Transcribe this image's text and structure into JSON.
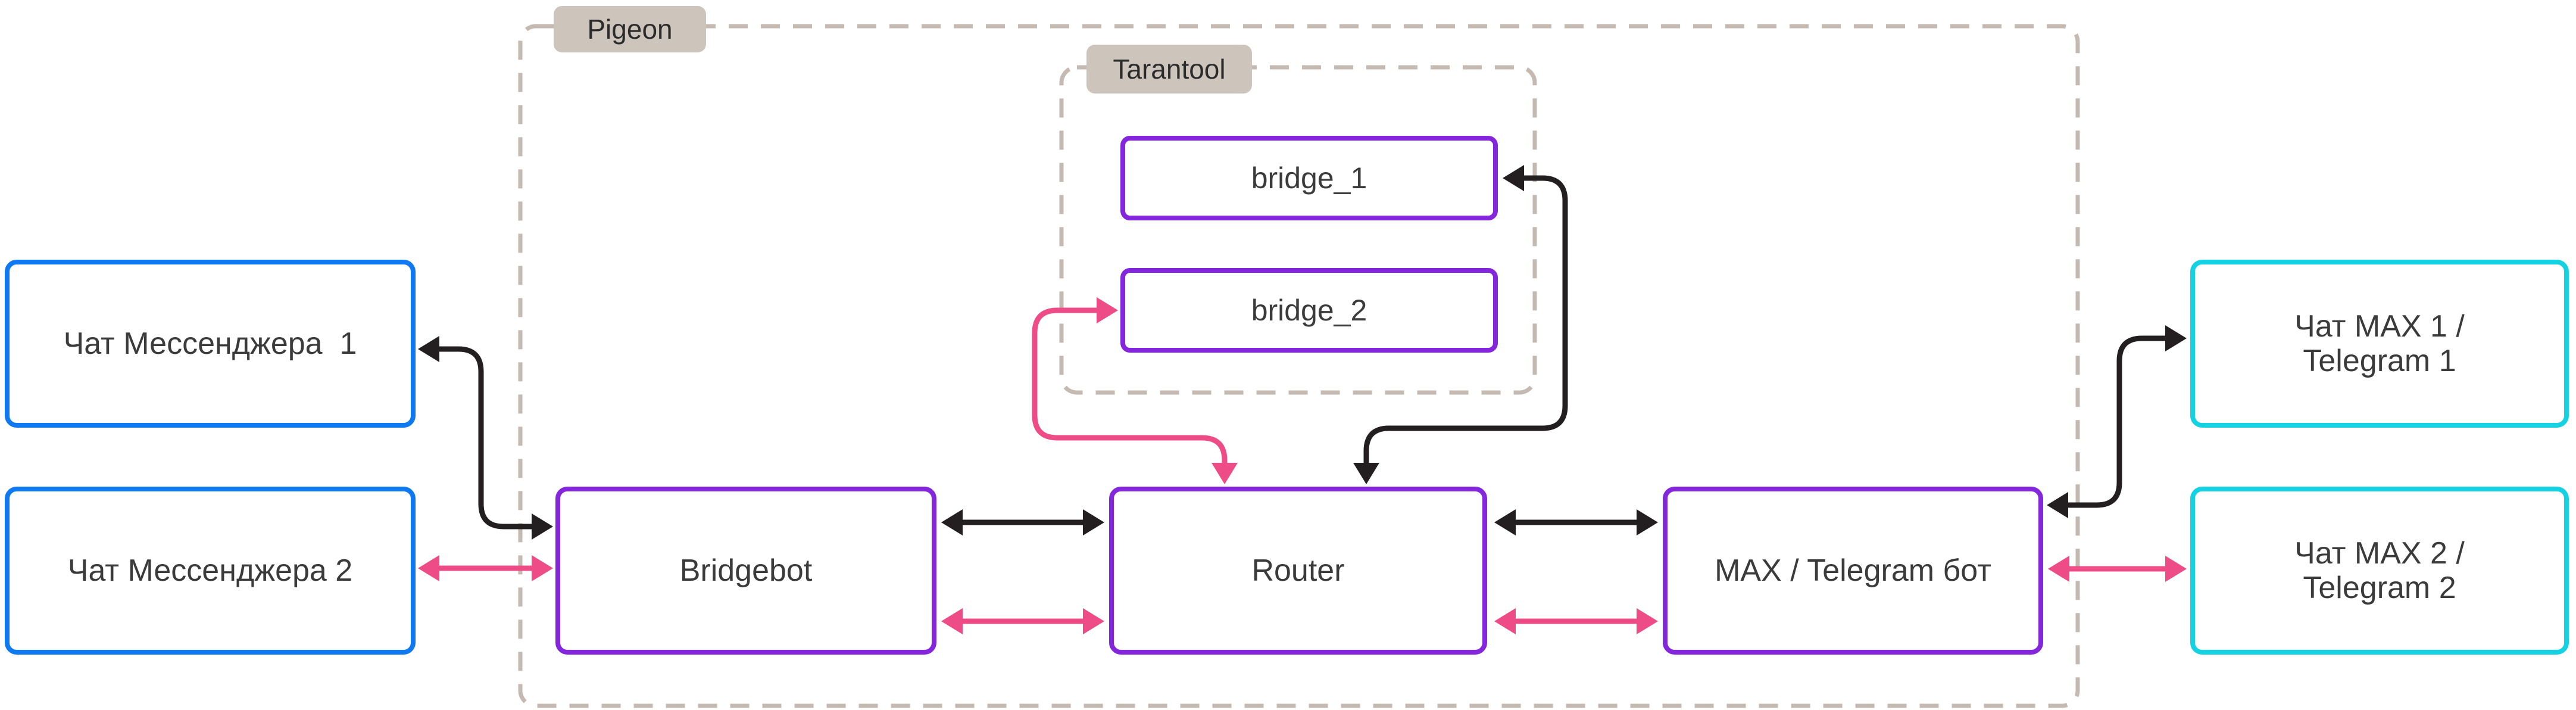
{
  "diagram": {
    "containers": {
      "pigeon": {
        "label": "Pigeon"
      },
      "tarantool": {
        "label": "Tarantool"
      }
    },
    "nodes": {
      "chat_messenger_1": {
        "label": "Чат Мессенджера  1"
      },
      "chat_messenger_2": {
        "label": "Чат Мессенджера 2"
      },
      "bridgebot": {
        "label": "Bridgebot"
      },
      "router": {
        "label": "Router"
      },
      "bridge_1": {
        "label": "bridge_1"
      },
      "bridge_2": {
        "label": "bridge_2"
      },
      "max_telegram_bot": {
        "label": "MAX / Telegram бот"
      },
      "chat_max_1": {
        "label_line1": "Чат MAX 1 /",
        "label_line2": "Telegram 1"
      },
      "chat_max_2": {
        "label_line1": "Чат MAX 2 /",
        "label_line2": "Telegram 2"
      }
    },
    "colors": {
      "blue": "#0F79F2",
      "cyan": "#15D2E2",
      "purple": "#8426DB",
      "pink": "#EE4C86",
      "black": "#231F20",
      "dash": "#C4BAB1",
      "label_bg": "#CDC4BB",
      "text": "#3B3B3B"
    }
  }
}
